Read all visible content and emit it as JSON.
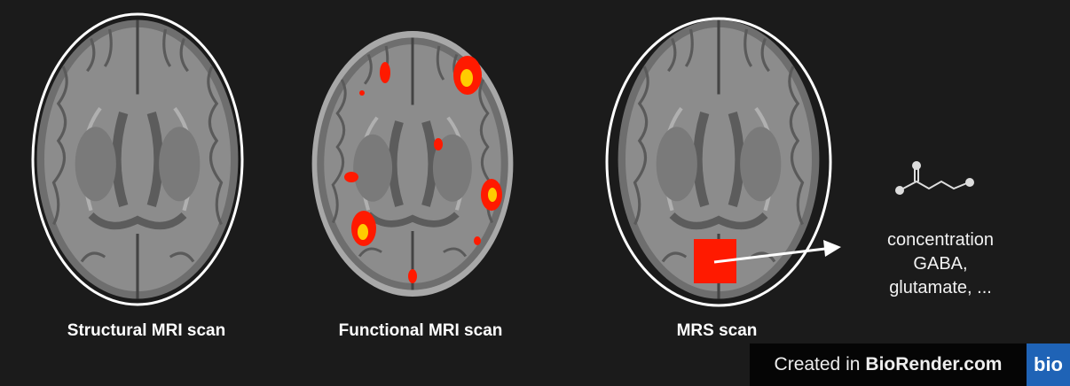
{
  "panels": [
    {
      "label": "Structural MRI scan"
    },
    {
      "label": "Functional MRI scan"
    },
    {
      "label": "MRS scan"
    }
  ],
  "result": {
    "line1": "concentration GABA,",
    "line2": "glutamate, ..."
  },
  "molecule_icon": "gaba-molecule-icon",
  "watermark": {
    "prefix": "Created in",
    "brand": "BioRender.com",
    "logo": "bio"
  },
  "colors": {
    "background": "#1b1b1b",
    "activation": "#ff1a00",
    "voxel": "#ff1a00",
    "brain": "#8a8a8a"
  }
}
